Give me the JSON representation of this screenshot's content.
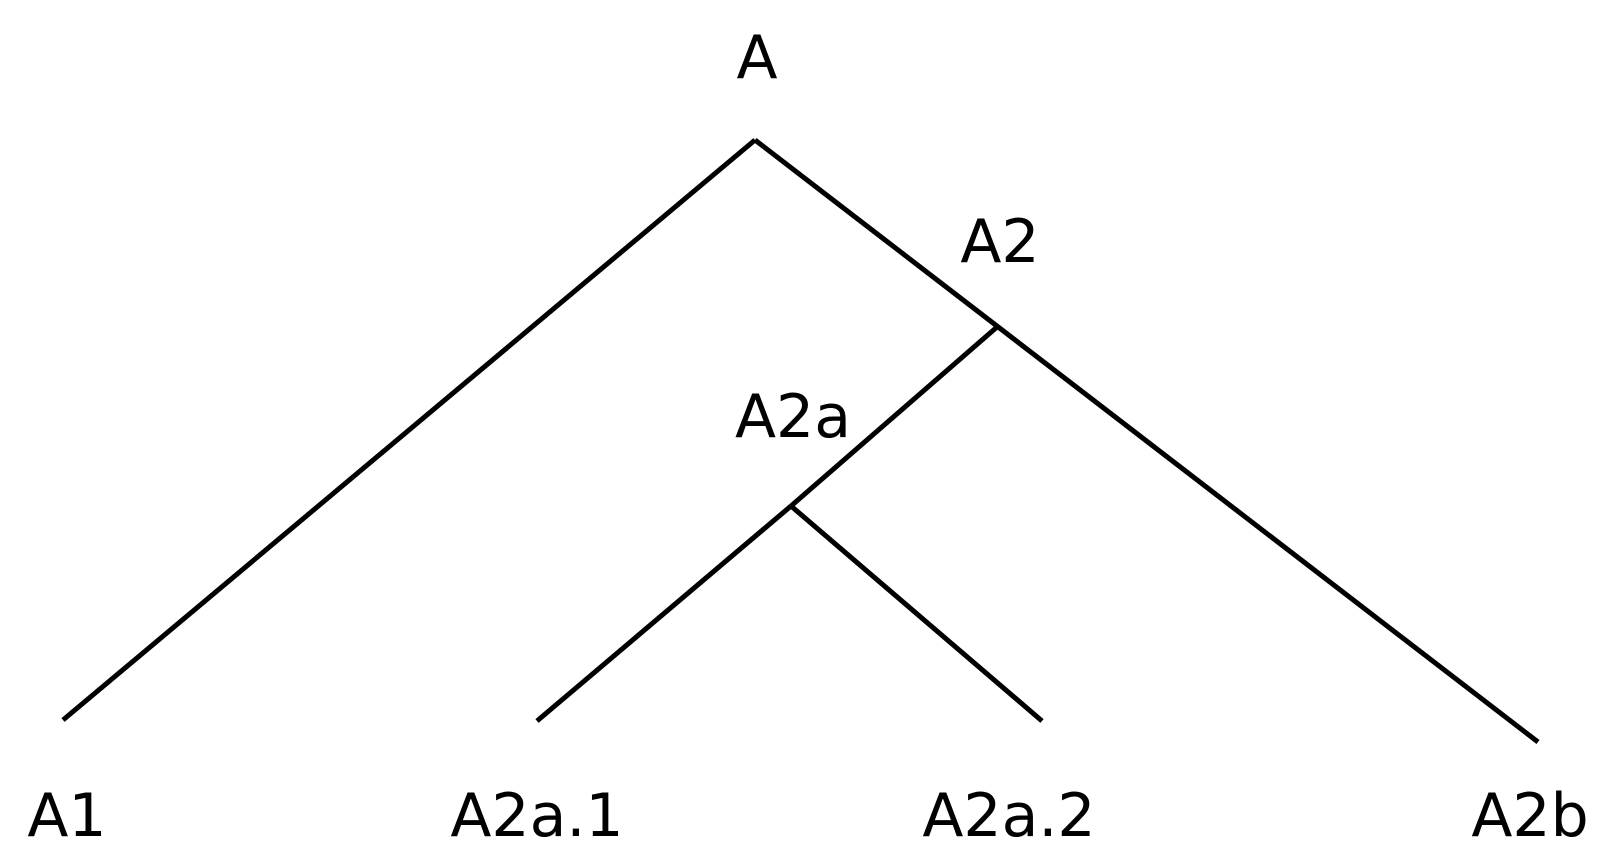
{
  "tree": {
    "root": "A",
    "internal_labels": {
      "a2": "A2",
      "a2a": "A2a"
    },
    "leaves": {
      "a1": "A1",
      "a2a1": "A2a.1",
      "a2a2": "A2a.2",
      "a2b": "A2b"
    },
    "edges": [
      [
        "A",
        "A1"
      ],
      [
        "A",
        "A2"
      ],
      [
        "A2",
        "A2a"
      ],
      [
        "A2",
        "A2b"
      ],
      [
        "A2a",
        "A2a.1"
      ],
      [
        "A2a",
        "A2a.2"
      ]
    ]
  }
}
